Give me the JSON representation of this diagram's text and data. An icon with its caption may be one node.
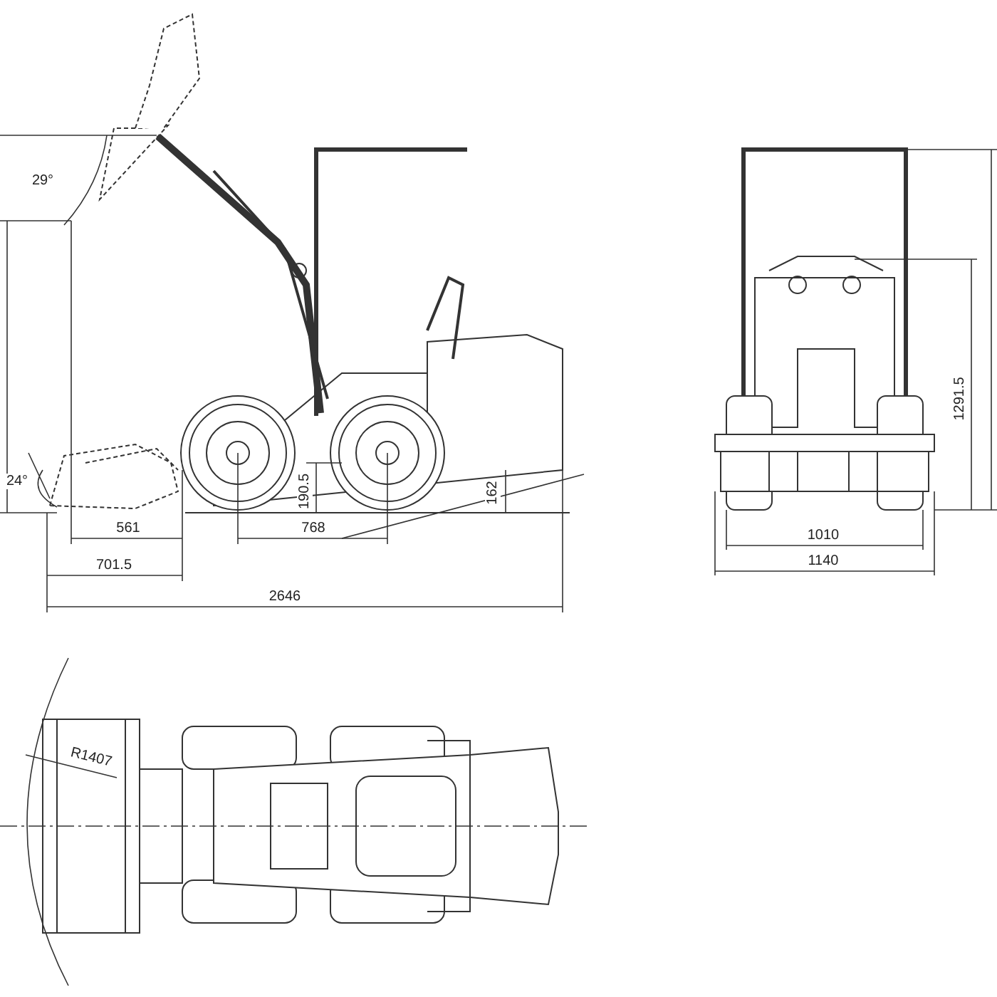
{
  "diagram": {
    "labels": [
      "29°",
      "24°",
      "190.5",
      "162",
      "561",
      "768",
      "1010",
      "701.5",
      "1140",
      "2646",
      "1291.5",
      "R1407"
    ]
  }
}
